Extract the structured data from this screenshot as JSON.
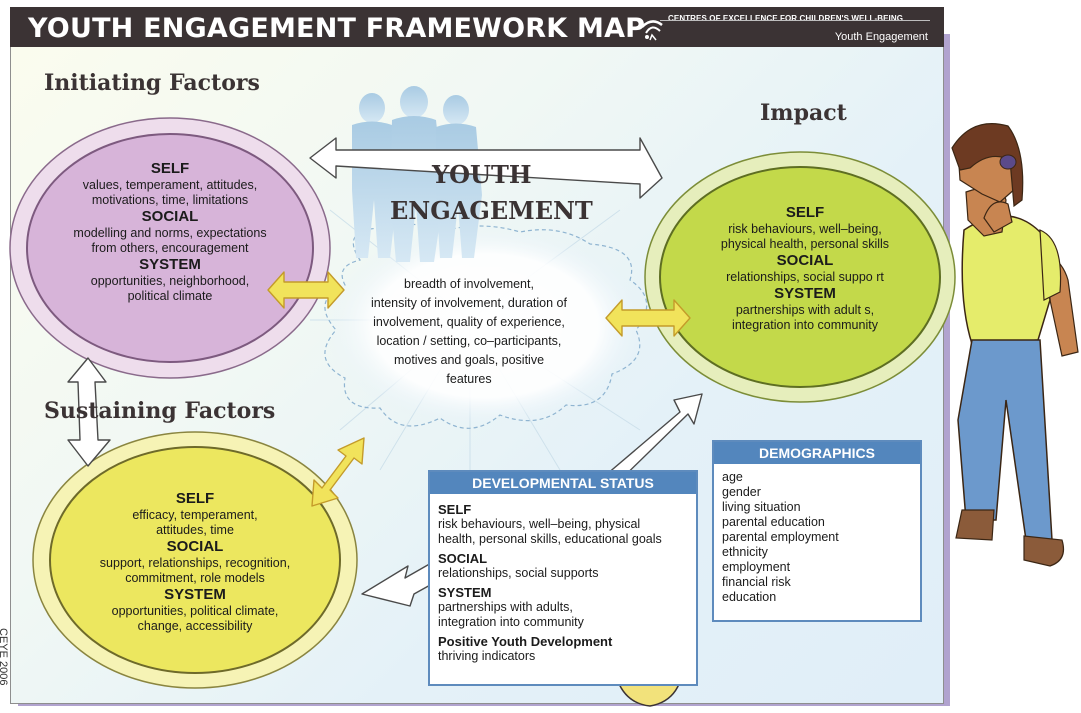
{
  "header": {
    "title": "YOUTH ENGAGEMENT FRAMEWORK MAP",
    "org": "CENTRES OF EXCELLENCE FOR CHILDREN'S WELL-BEING",
    "subtitle": "Youth Engagement"
  },
  "labels": {
    "initiating": "Initiating Factors",
    "sustaining": "Sustaining Factors",
    "impact": "Impact",
    "youth": "YOUTH",
    "engagement": "ENGAGEMENT"
  },
  "initiating": {
    "self_h": "SELF",
    "self_t1": "values, temperament, attitudes,",
    "self_t2": "motivations, time, limitations",
    "social_h": "SOCIAL",
    "social_t1": "modelling and norms, expectations",
    "social_t2": "from others, encouragement",
    "system_h": "SYSTEM",
    "system_t1": "opportunities, neighborhood,",
    "system_t2": "political climate"
  },
  "sustaining": {
    "self_h": "SELF",
    "self_t1": "efficacy, temperament,",
    "self_t2": "attitudes, time",
    "social_h": "SOCIAL",
    "social_t1": "support, relationships, recognition,",
    "social_t2": "commitment, role models",
    "system_h": "SYSTEM",
    "system_t1": "opportunities, political climate,",
    "system_t2": "change, accessibility"
  },
  "impact": {
    "self_h": "SELF",
    "self_t1": "risk behaviours, well–being,",
    "self_t2": "physical health, personal skills",
    "social_h": "SOCIAL",
    "social_t1": "relationships, social suppo rt",
    "system_h": "SYSTEM",
    "system_t1": "partnerships with adult s,",
    "system_t2": "integration into community"
  },
  "engagement_lines": [
    "breadth of involvement,",
    "intensity of involvement, duration of",
    "involvement, quality of experience,",
    "location / setting, co–participants,",
    "motives and goals, positive",
    "features"
  ],
  "developmental": {
    "title": "DEVELOPMENTAL STATUS",
    "self_h": "SELF",
    "self_t1": "risk behaviours, well–being, physical",
    "self_t2": "health, personal skills, educational goals",
    "social_h": "SOCIAL",
    "social_t1": "relationships, social supports",
    "system_h": "SYSTEM",
    "system_t1": "partnerships with adults,",
    "system_t2": "integration into community",
    "pyd_h": "Positive Youth Development",
    "pyd_t1": "thriving indicators"
  },
  "demographics": {
    "title": "DEMOGRAPHICS",
    "items": [
      "age",
      "gender",
      "living situation",
      "parental education",
      "parental employment",
      "ethnicity",
      "employment",
      "financial risk",
      "education"
    ]
  },
  "credit": "CEYE 2006",
  "colors": {
    "header_bg": "#3b3334",
    "purple_ellipse": "#d7b4d9",
    "yellow_ellipse": "#ece75f",
    "green_ellipse": "#c3d94a",
    "box_title": "#5386bd",
    "arrow_fill": "#f1e35b",
    "arrow_stroke": "#c49b2a"
  },
  "icons": [
    "youth-silhouettes-icon",
    "reflective-teen-figure-icon",
    "bald-kid-face-icon",
    "ceye-logo-icon"
  ]
}
